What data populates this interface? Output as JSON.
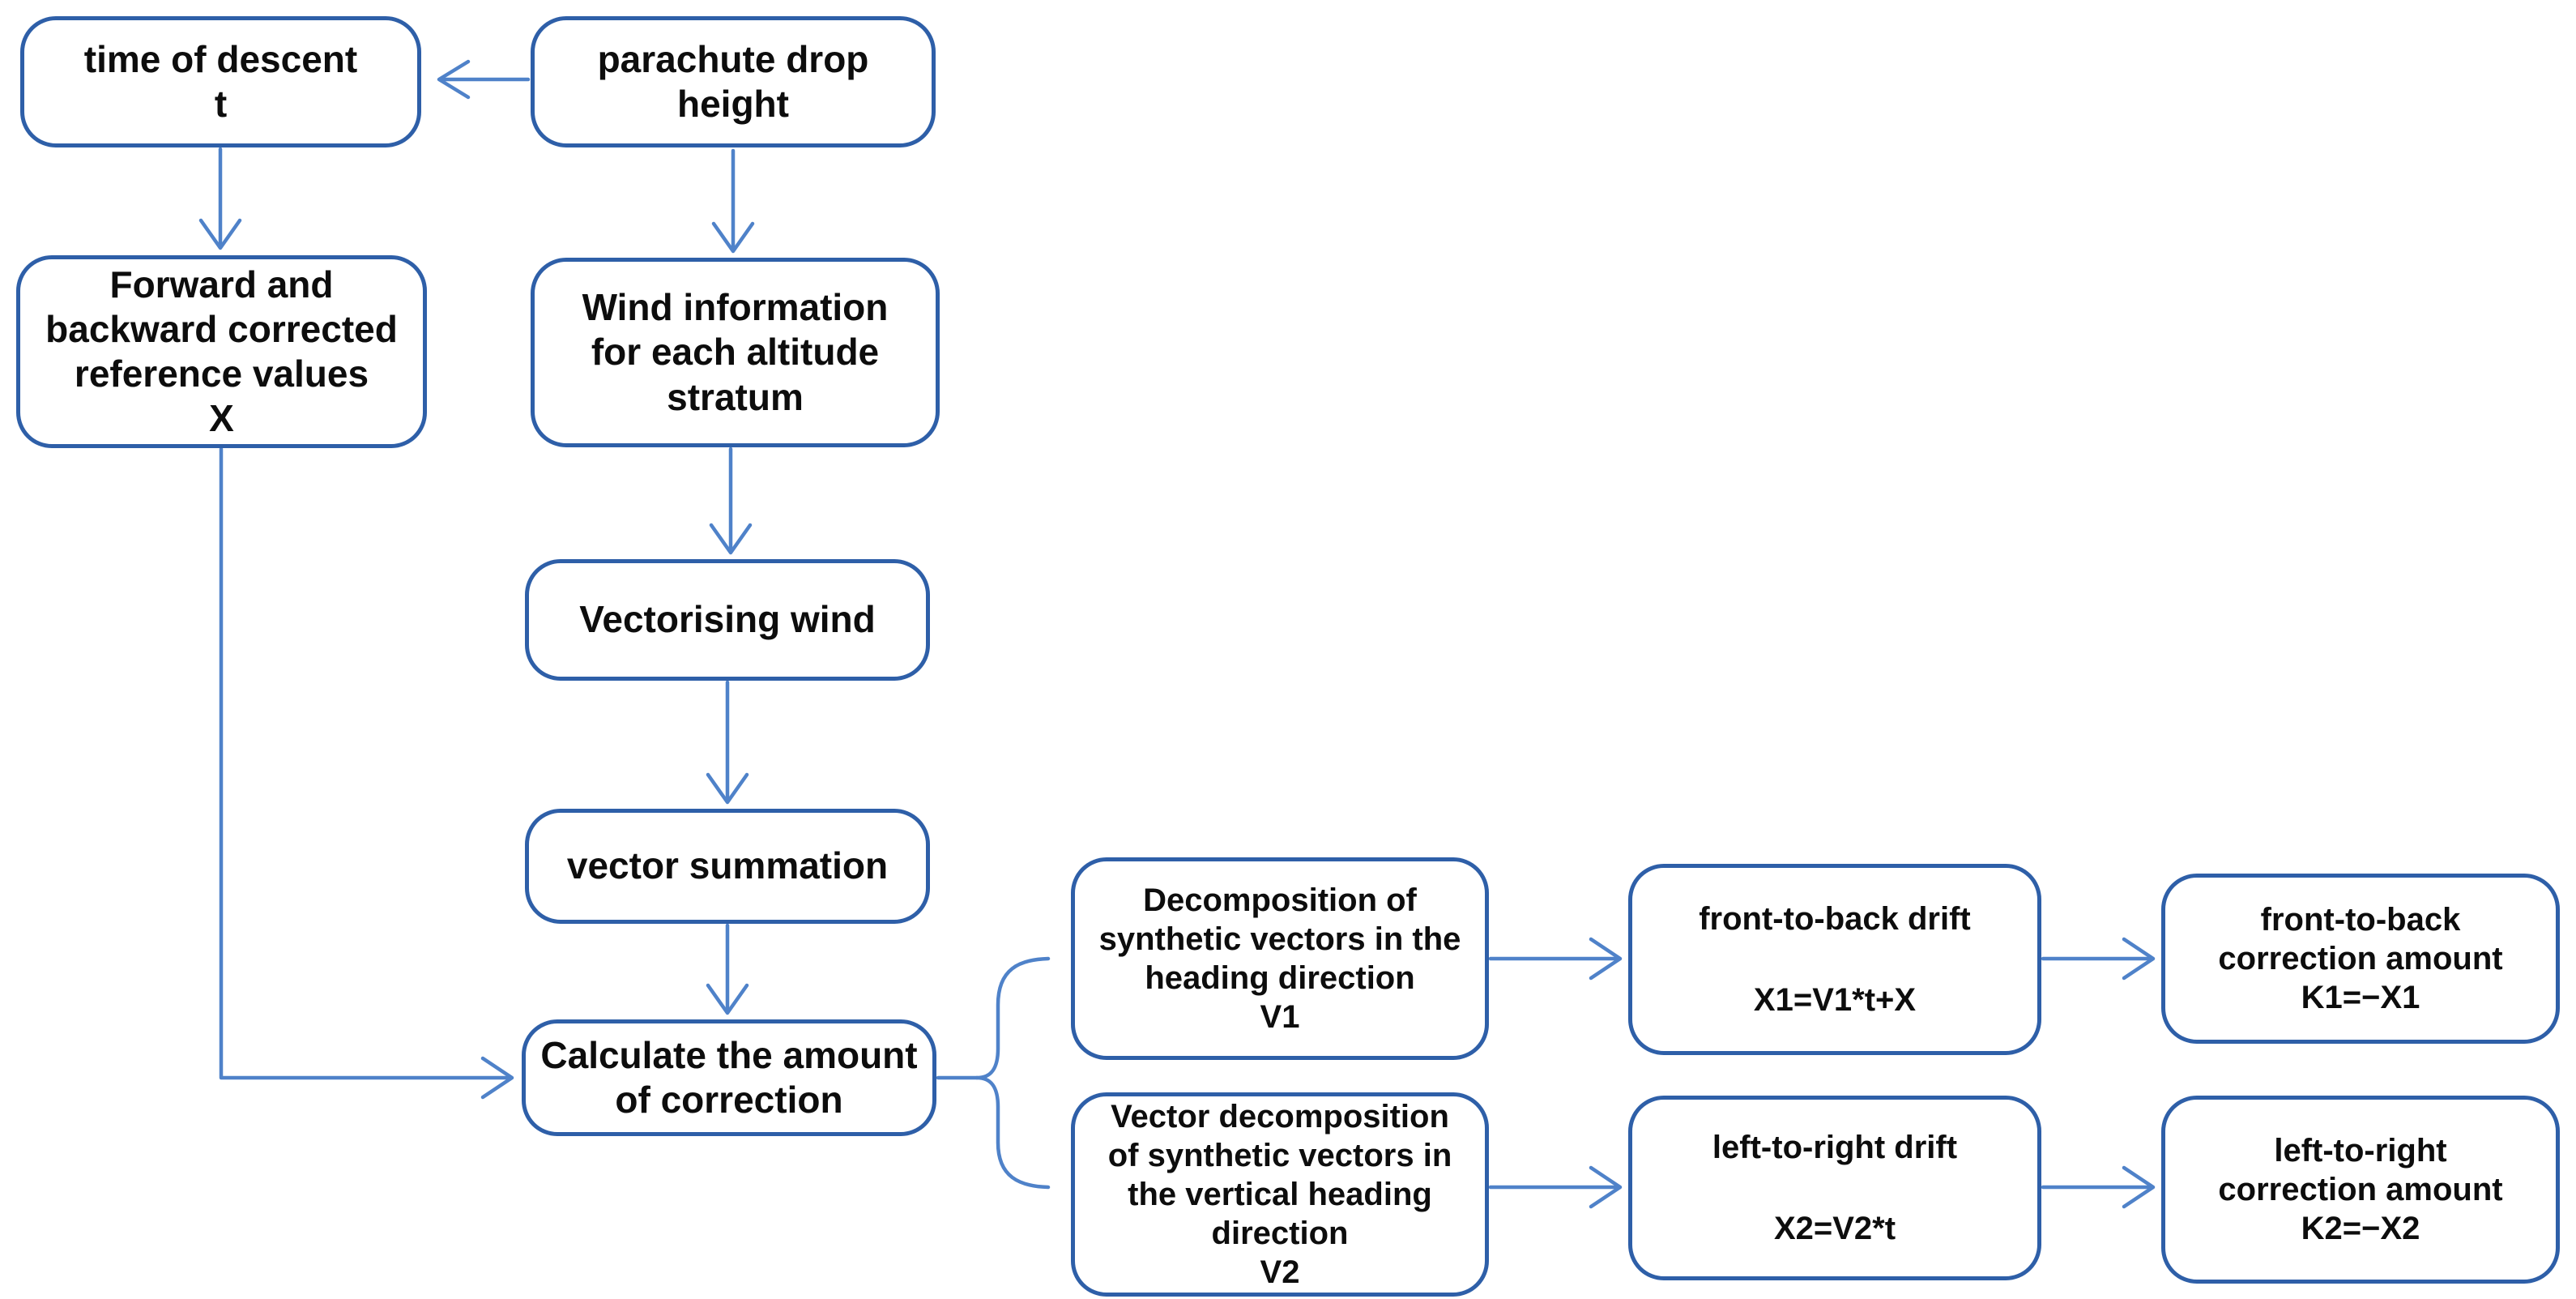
{
  "colors": {
    "box_border": "#2e5fa8",
    "connector": "#4f82c9",
    "text_color": "#0d0d0d",
    "background": "#ffffff"
  },
  "nodes": {
    "time_of_descent": {
      "text": "time of descent\nt"
    },
    "parachute_drop_height": {
      "text": "parachute drop\nheight"
    },
    "forward_backward_reference": {
      "text": "Forward and\nbackward corrected\nreference values\nX"
    },
    "wind_information": {
      "text": "Wind information\nfor each altitude\nstratum"
    },
    "vectorising_wind": {
      "text": "Vectorising wind"
    },
    "vector_summation": {
      "text": "vector summation"
    },
    "calculate_correction": {
      "text": "Calculate the amount\nof correction"
    },
    "decomposition_v1": {
      "text": "Decomposition of\nsynthetic vectors in the\nheading direction\nV1"
    },
    "front_to_back_drift": {
      "title": "front-to-back drift",
      "formula": "X1=V1*t+X"
    },
    "front_to_back_correction": {
      "text": "front-to-back\ncorrection amount\nK1=−X1"
    },
    "decomposition_v2": {
      "text": "Vector decomposition\nof synthetic vectors in\nthe vertical heading\ndirection\nV2"
    },
    "left_to_right_drift": {
      "title": "left-to-right drift",
      "formula": "X2=V2*t"
    },
    "left_to_right_correction": {
      "text": "left-to-right\ncorrection amount\nK2=−X2"
    }
  }
}
